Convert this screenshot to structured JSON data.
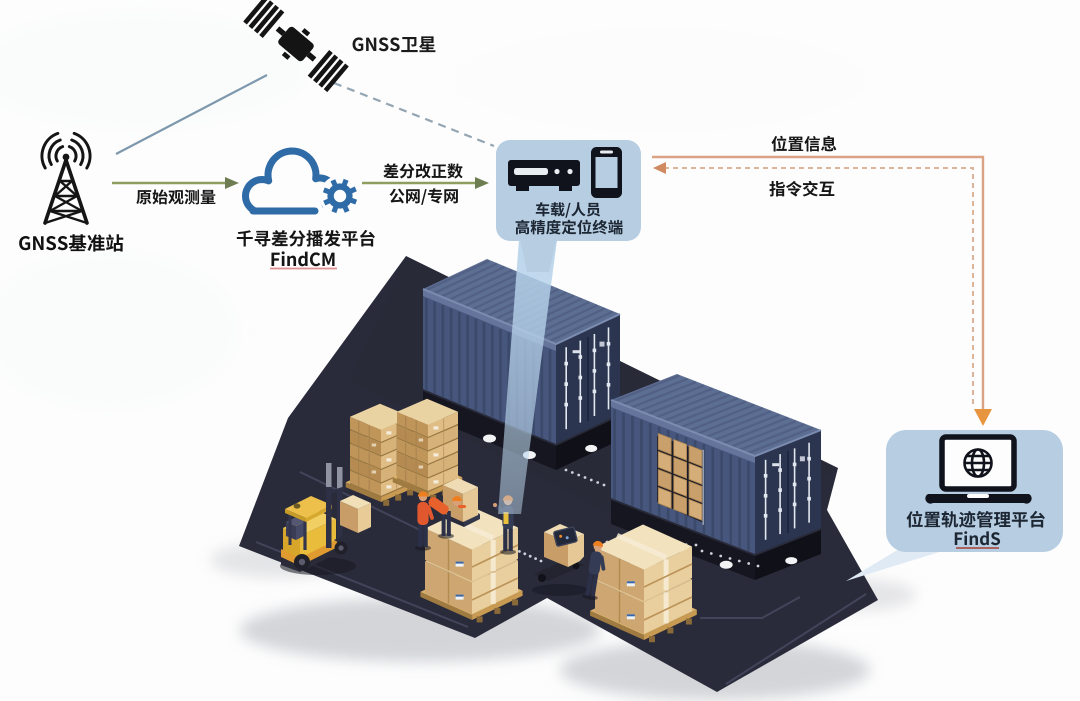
{
  "diagram": {
    "nodes": {
      "satellite": {
        "label": "GNSS卫星"
      },
      "base_station": {
        "label": "GNSS基准站"
      },
      "cloud_platform": {
        "name": "千寻差分播发平台",
        "product": "FindCM"
      },
      "terminal": {
        "line1": "车载/人员",
        "line2": "高精度定位终端"
      },
      "management_platform": {
        "name": "位置轨迹管理平台",
        "product": "FindS"
      }
    },
    "links": {
      "station_to_cloud": {
        "label": "原始观测量"
      },
      "cloud_to_terminal": {
        "label_line1": "差分改正数",
        "label_line2": "公网/专网"
      },
      "terminal_to_platform": {
        "label": "位置信息"
      },
      "platform_to_terminal": {
        "label": "指令交互"
      }
    },
    "icons": {
      "satellite": "satellite-icon",
      "base_station": "radio-tower-icon",
      "cloud_platform": "cloud-gear-icon",
      "terminal": "receiver-box-icon + smartphone-icon",
      "management_platform": "laptop-globe-icon"
    },
    "colors": {
      "node_bubble": "#b6cde2",
      "green_arrow": "#8e9e60",
      "orange_arrow": "#d9a384",
      "cloud_blue": "#2f6ba6",
      "floor_dark": "#2a2b3a",
      "beam_blue": "#bcd4ea",
      "container_blue": "#46567c",
      "crate_tan": "#e5c894"
    }
  }
}
